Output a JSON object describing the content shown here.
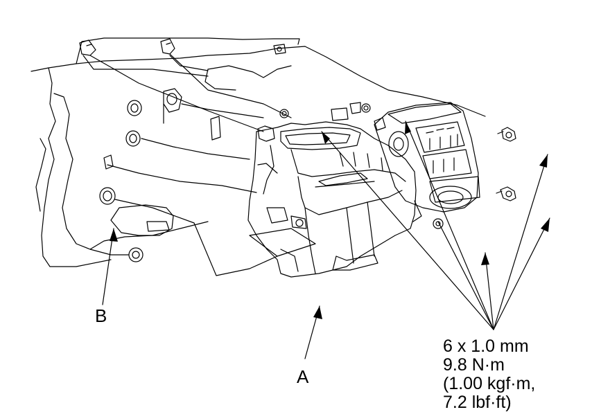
{
  "labels": {
    "part_a": "A",
    "part_b": "B"
  },
  "torque_spec": {
    "bolt_size": "6 x 1.0 mm",
    "torque_nm": "9.8 N·m",
    "torque_kgfm": "(1.00 kgf·m,",
    "torque_lbfft": "7.2 lbf·ft)"
  },
  "colors": {
    "line": "#000000",
    "background": "#ffffff"
  }
}
